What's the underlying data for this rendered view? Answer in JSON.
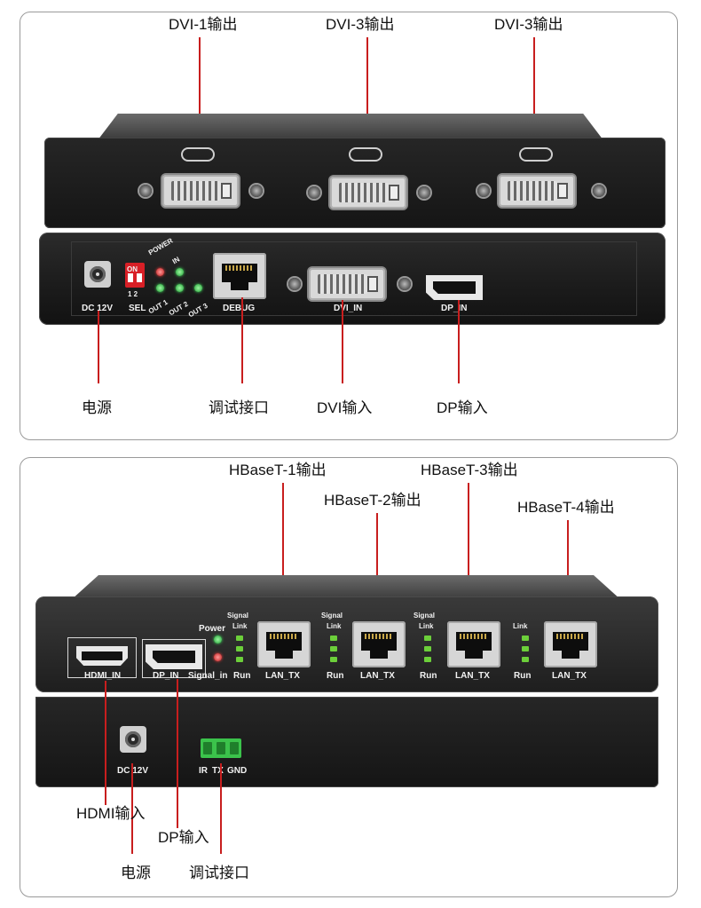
{
  "top_panel": {
    "callouts": {
      "dvi1_out": "DVI-1输出",
      "dvi3_out_a": "DVI-3输出",
      "dvi3_out_b": "DVI-3输出",
      "power": "电源",
      "debug_port": "调试接口",
      "dvi_in": "DVI输入",
      "dp_in": "DP输入"
    },
    "silkscreen": {
      "dc": "DC 12V",
      "sel": "SEL",
      "on": "ON",
      "dip_numbers": "1 2",
      "power": "POWER",
      "in": "IN",
      "out1": "OUT 1",
      "out2": "OUT 2",
      "out3": "OUT 3",
      "debug": "DEBUG",
      "dvi_in": "DVI_IN",
      "dp_in": "DP_IN"
    }
  },
  "bottom_panel": {
    "callouts": {
      "hbaset1_out": "HBaseT-1输出",
      "hbaset2_out": "HBaseT-2输出",
      "hbaset3_out": "HBaseT-3输出",
      "hbaset4_out": "HBaseT-4输出",
      "hdmi_in": "HDMI输入",
      "dp_in": "DP输入",
      "power": "电源",
      "debug_port": "调试接口"
    },
    "silkscreen": {
      "hdmi_in": "HDMI_IN",
      "dp_in": "DP_IN",
      "power": "Power",
      "signal_in": "Signal_in",
      "signal": "Signal",
      "link": "Link",
      "run": "Run",
      "lan_tx": "LAN_TX",
      "dc": "DC 12V",
      "ir": "IR",
      "tx": "TX",
      "gnd": "GND"
    }
  },
  "colors": {
    "leader_line": "#c81e1e",
    "panel_border": "#9a9a9a",
    "chassis": "#1b1b1b"
  }
}
